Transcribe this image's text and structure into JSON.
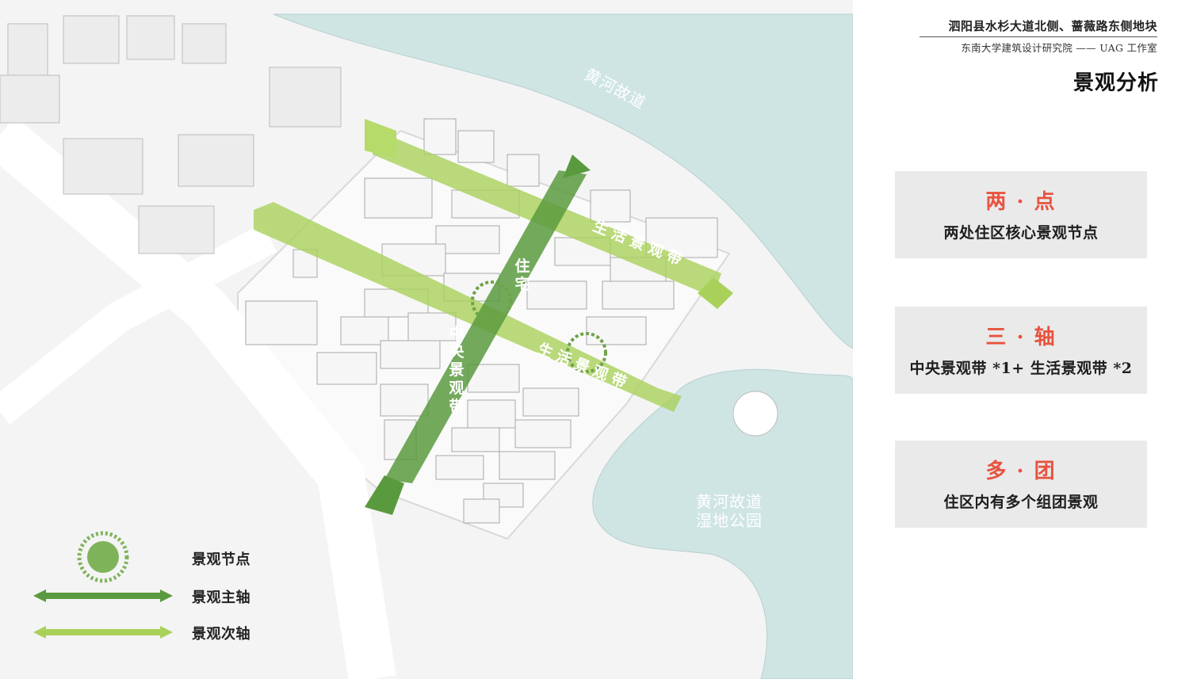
{
  "header": {
    "project_title": "泗阳县水杉大道北侧、蔷薇路东侧地块",
    "institute": "东南大学建筑设计研究院 —— UAG 工作室",
    "page_title": "景观分析"
  },
  "cards": [
    {
      "title": "两 · 点",
      "desc": "两处住区核心景观节点"
    },
    {
      "title": "三 · 轴",
      "desc": "中央景观带 *1+ 生活景观带 *2"
    },
    {
      "title": "多 · 团",
      "desc": "住区内有多个组团景观"
    }
  ],
  "legend": {
    "node": "景观节点",
    "main_axis": "景观主轴",
    "secondary_axis": "景观次轴"
  },
  "map_labels": {
    "river": "黄河故道",
    "wetland_line1": "黄河故道",
    "wetland_line2": "湿地公园",
    "band_upper": "生活景观带",
    "band_lower": "生活景观带",
    "central_band": "中央景观带",
    "central_band_upper": "住宅"
  },
  "colors": {
    "water": "#cfe5e4",
    "main_axis": "#5a9a3e",
    "secondary_axis": "#a9d15a",
    "accent": "#e8533f",
    "card_bg": "#eaeaea"
  }
}
